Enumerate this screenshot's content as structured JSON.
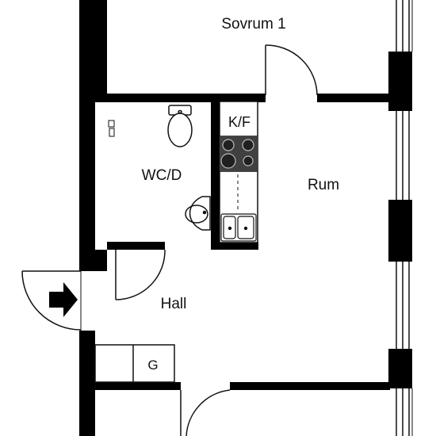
{
  "rooms": {
    "bedroom": "Sovrum 1",
    "wc": "WC/D",
    "kitchen": "K/F",
    "living": "Rum",
    "hall": "Hall",
    "wardrobe": "G"
  },
  "colors": {
    "wall": "#000000",
    "line": "#111111",
    "stove": "#404040",
    "background": "#ffffff"
  },
  "icons": {
    "entrance": "entrance-arrow-icon",
    "toilet": "toilet-icon",
    "sink": "sink-icon",
    "stove": "stove-icon",
    "kitchen-sink": "kitchen-sink-icon"
  }
}
